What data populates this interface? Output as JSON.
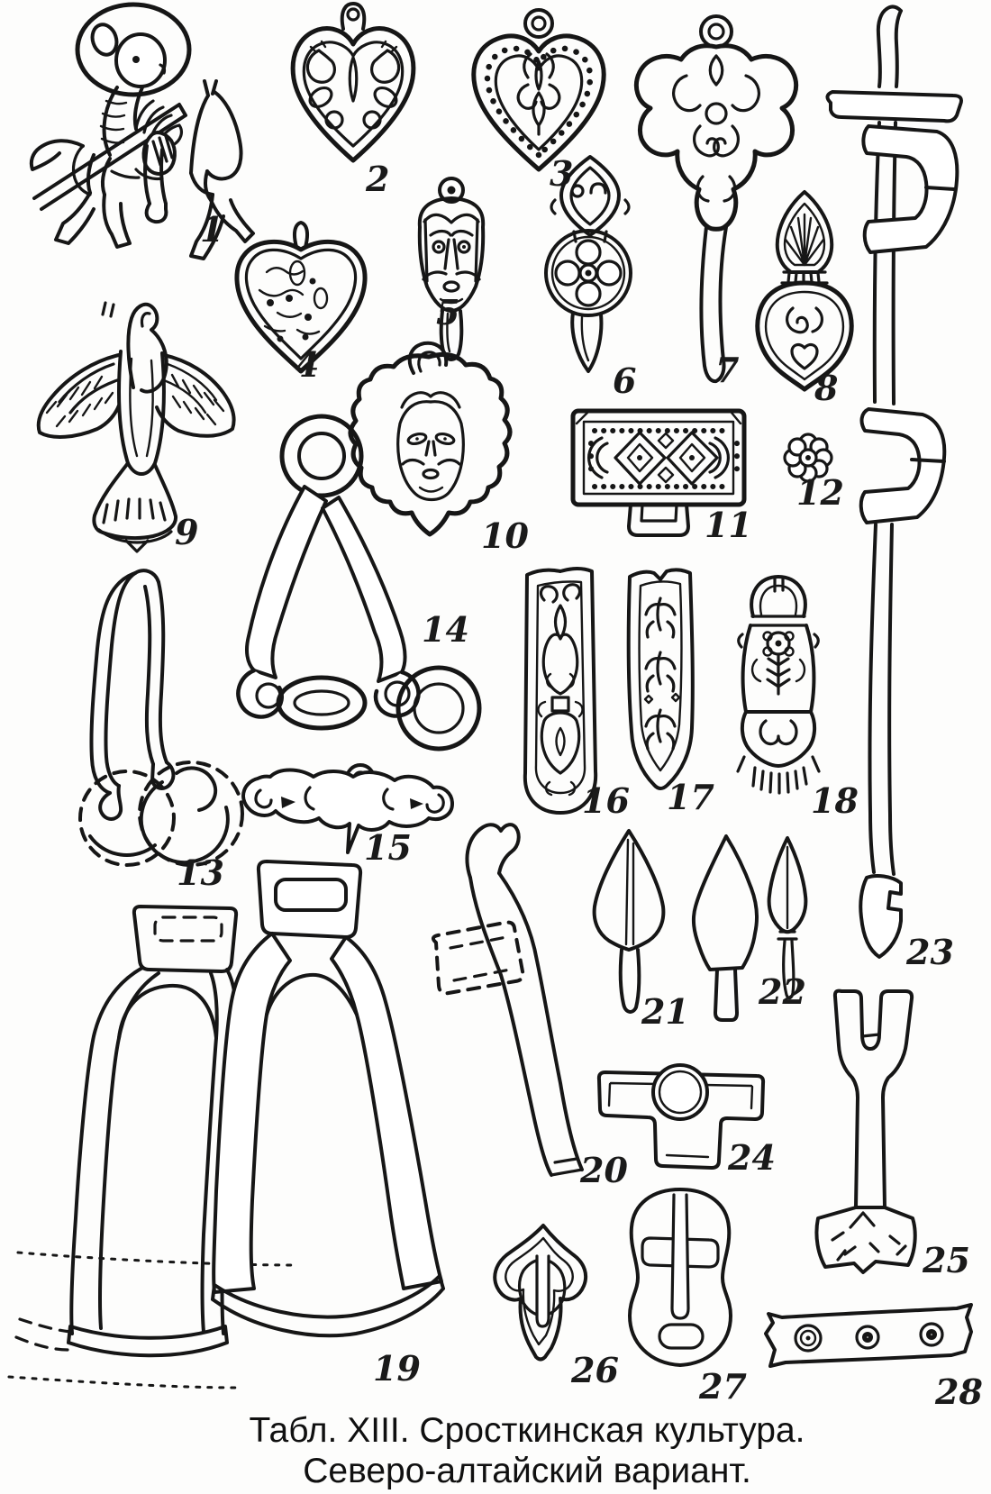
{
  "plate": {
    "caption_line1": "Табл. XIII. Сросткинская культура.",
    "caption_line2": "Северо-алтайский вариант.",
    "background_color": "#ffffff",
    "ink_color": "#161616"
  },
  "figures": [
    {
      "label": "1",
      "name": "horseman-plaque"
    },
    {
      "label": "2",
      "name": "heart-openwork-pendant"
    },
    {
      "label": "3",
      "name": "heart-dotted-pendant"
    },
    {
      "label": "4",
      "name": "bud-shaped-pendant"
    },
    {
      "label": "5",
      "name": "face-pendant"
    },
    {
      "label": "6",
      "name": "rosette-strap-end"
    },
    {
      "label": "7",
      "name": "ornate-long-strap-end"
    },
    {
      "label": "8",
      "name": "palmette-pendant"
    },
    {
      "label": "9",
      "name": "bird-pendant"
    },
    {
      "label": "10",
      "name": "face-medallion-pendant"
    },
    {
      "label": "11",
      "name": "rectangular-plaque"
    },
    {
      "label": "12",
      "name": "rosette-button"
    },
    {
      "label": "13",
      "name": "bridle-bit-with-rings"
    },
    {
      "label": "14",
      "name": "chain-link-fitting"
    },
    {
      "label": "15",
      "name": "wave-openwork-plaque"
    },
    {
      "label": "16",
      "name": "strap-end-palmette"
    },
    {
      "label": "17",
      "name": "strap-end-fern"
    },
    {
      "label": "18",
      "name": "strap-end-fringed"
    },
    {
      "label": "19",
      "name": "pair-of-stirrups"
    },
    {
      "label": "20",
      "name": "curved-fitting"
    },
    {
      "label": "21",
      "name": "leaf-arrowhead"
    },
    {
      "label": "22",
      "name": "kite-arrowheads"
    },
    {
      "label": "23",
      "name": "rod-with-buckles"
    },
    {
      "label": "24",
      "name": "cross-plaque"
    },
    {
      "label": "25",
      "name": "forked-strap-fitting"
    },
    {
      "label": "26",
      "name": "scalloped-pendant"
    },
    {
      "label": "27",
      "name": "waisted-plaque"
    },
    {
      "label": "28",
      "name": "riveted-strip"
    }
  ]
}
